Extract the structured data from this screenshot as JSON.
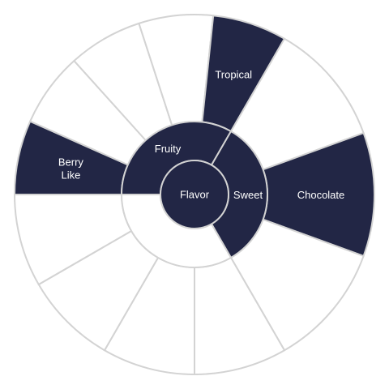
{
  "colors": {
    "highlight": "#222645",
    "background": "#ffffff",
    "stroke": "#d3d3d3",
    "label": "#ffffff"
  },
  "wheel": {
    "center": {
      "label": "Flavor"
    },
    "inner": [
      {
        "label": "Fruity",
        "start_deg": 180,
        "end_deg": 300,
        "highlighted": true
      },
      {
        "label": "Sweet",
        "start_deg": 300,
        "end_deg": 420,
        "highlighted": true
      },
      {
        "label": "",
        "start_deg": 60,
        "end_deg": 180,
        "highlighted": false
      }
    ],
    "outer": [
      {
        "label": "Berry\nLike",
        "start_deg": 180,
        "end_deg": 204,
        "highlighted": true
      },
      {
        "label": "",
        "start_deg": 204,
        "end_deg": 228,
        "highlighted": false
      },
      {
        "label": "",
        "start_deg": 228,
        "end_deg": 252,
        "highlighted": false
      },
      {
        "label": "",
        "start_deg": 252,
        "end_deg": 276,
        "highlighted": false
      },
      {
        "label": "Tropical",
        "start_deg": 276,
        "end_deg": 300,
        "highlighted": true
      },
      {
        "label": "",
        "start_deg": 300,
        "end_deg": 340,
        "highlighted": false
      },
      {
        "label": "Chocolate",
        "start_deg": 340,
        "end_deg": 380,
        "highlighted": true
      },
      {
        "label": "",
        "start_deg": 380,
        "end_deg": 420,
        "highlighted": false
      },
      {
        "label": "",
        "start_deg": 60,
        "end_deg": 90,
        "highlighted": false
      },
      {
        "label": "",
        "start_deg": 90,
        "end_deg": 120,
        "highlighted": false
      },
      {
        "label": "",
        "start_deg": 120,
        "end_deg": 150,
        "highlighted": false
      },
      {
        "label": "",
        "start_deg": 150,
        "end_deg": 180,
        "highlighted": false
      }
    ]
  }
}
